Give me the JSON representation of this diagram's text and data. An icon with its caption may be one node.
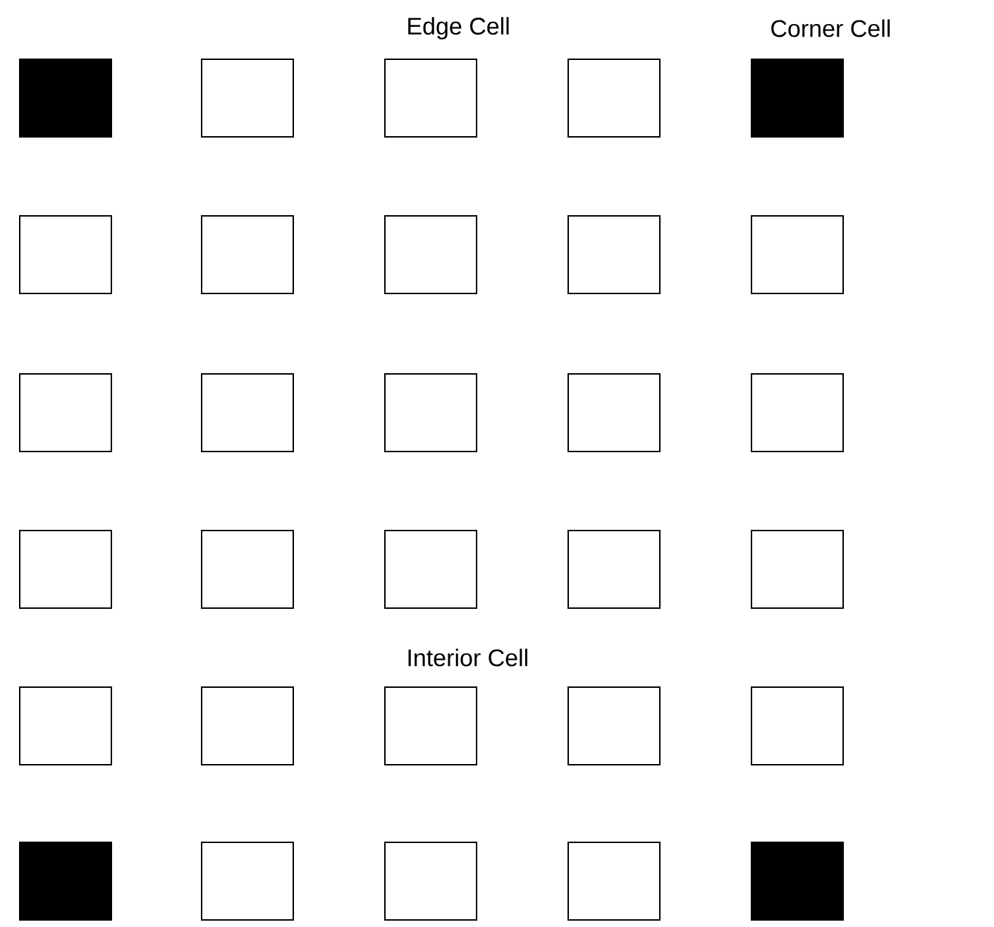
{
  "diagram": {
    "nodes": [
      {
        "text": [],
        "shape": "box"
      },
      {
        "text": [],
        "shape": "box"
      },
      {
        "text": [],
        "shape": "box"
      },
      {
        "text": [],
        "shape": "box"
      },
      {
        "text": [],
        "shape": "box"
      },
      {
        "text": [],
        "shape": "box"
      },
      {
        "text": [],
        "shape": "box"
      },
      {
        "text": [],
        "shape": "box"
      },
      {
        "text": [],
        "shape": "box"
      },
      {
        "text": [],
        "shape": "box"
      },
      {
        "text": [],
        "shape": "box"
      },
      {
        "text": [],
        "shape": "box"
      },
      {
        "text": [],
        "shape": "box"
      },
      {
        "text": [],
        "shape": "box"
      },
      {
        "text": [],
        "shape": "box"
      },
      {
        "text": [],
        "shape": "box"
      },
      {
        "text": [],
        "shape": "box"
      },
      {
        "text": [],
        "shape": "box"
      },
      {
        "text": [],
        "shape": "box"
      },
      {
        "text": [],
        "shape": "box"
      },
      {
        "text": [],
        "shape": "box"
      },
      {
        "text": [],
        "shape": "box"
      },
      {
        "text": [],
        "shape": "box"
      },
      {
        "text": [],
        "shape": "box"
      },
      {
        "text": [],
        "shape": "box"
      },
      {
        "text": [],
        "shape": "box"
      },
      {
        "text": [],
        "shape": "box"
      },
      {
        "text": [],
        "shape": "box"
      },
      {
        "text": [],
        "shape": "box"
      },
      {
        "text": [],
        "shape": "box"
      }
    ],
    "labels": [
      "Edge Cell",
      "Corner Cell",
      "Interior Cell"
    ]
  }
}
